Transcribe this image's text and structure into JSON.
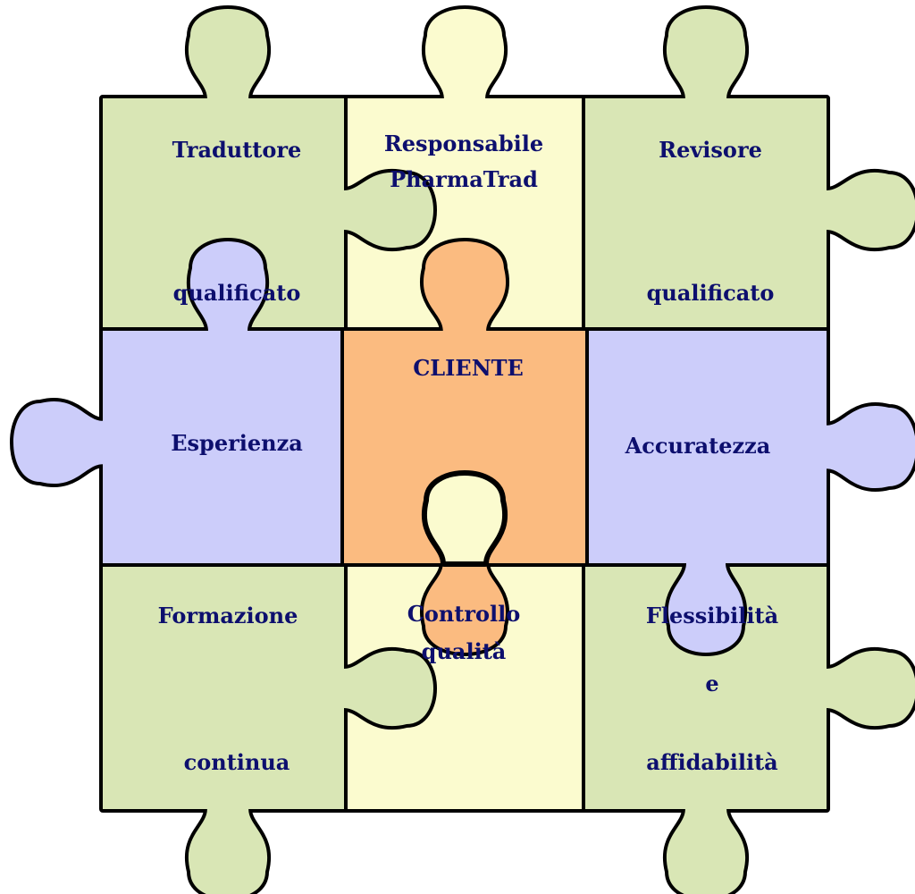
{
  "colors": {
    "green": "#d9e6b5",
    "yellow": "#fbfbcf",
    "purple": "#cccdfa",
    "orange": "#fbbb80",
    "stroke": "#000000",
    "text": "#0d0f6e"
  },
  "pieces": {
    "top_left": {
      "color": "green",
      "line1": "Traduttore",
      "line2": "qualificato"
    },
    "top_center": {
      "color": "yellow",
      "line1": "Responsabile",
      "line2": "PharmaTrad"
    },
    "top_right": {
      "color": "green",
      "line1": "Revisore",
      "line2": "qualificato"
    },
    "mid_left": {
      "color": "purple",
      "label": "Esperienza"
    },
    "center": {
      "color": "orange",
      "label": "CLIENTE"
    },
    "mid_right": {
      "color": "purple",
      "label": "Accuratezza"
    },
    "bottom_left": {
      "color": "green",
      "line1": "Formazione",
      "line2": "continua"
    },
    "bottom_center": {
      "color": "yellow",
      "line1": "Controllo",
      "line2": "qualità"
    },
    "bottom_right": {
      "color": "green",
      "line1": "Flessibilità",
      "line2": "e",
      "line3": "affidabilità"
    }
  }
}
